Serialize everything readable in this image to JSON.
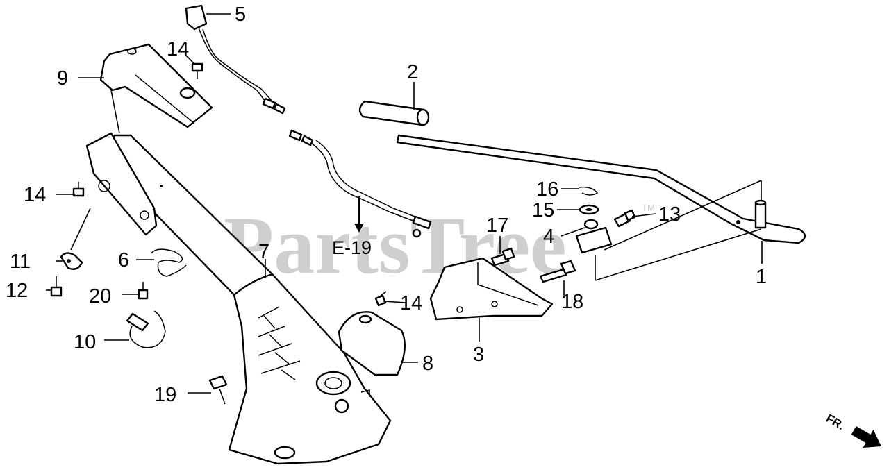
{
  "watermark": {
    "text": "PartsTree",
    "trademark": "TM"
  },
  "reference": {
    "label": "E-19"
  },
  "direction": {
    "label": "FR."
  },
  "callouts": [
    "1",
    "2",
    "3",
    "4",
    "5",
    "6",
    "7",
    "8",
    "9",
    "10",
    "11",
    "12",
    "13",
    "14",
    "14",
    "14",
    "15",
    "16",
    "17",
    "18",
    "19",
    "20"
  ]
}
